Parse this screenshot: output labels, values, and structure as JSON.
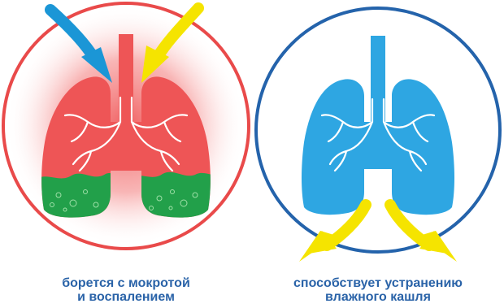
{
  "left_panel": {
    "caption_line1": "борется с мокротой",
    "caption_line2": "и воспалением",
    "ring_color": "#e94a4a",
    "lung_color": "#ee5556",
    "mucus_color": "#22a04a",
    "arrow_colors": [
      "#1b96d6",
      "#f5e400"
    ],
    "icons": [
      "blue-arrow-icon",
      "yellow-arrow-icon",
      "inflamed-lungs-icon",
      "mucus-icon"
    ]
  },
  "right_panel": {
    "caption_line1": "способствует устранению",
    "caption_line2": "влажного кашля",
    "ring_color": "#2463ab",
    "lung_color": "#2ea6e2",
    "arrow_color": "#f5e400",
    "icons": [
      "healthy-lungs-icon",
      "yellow-arrow-icon"
    ]
  }
}
